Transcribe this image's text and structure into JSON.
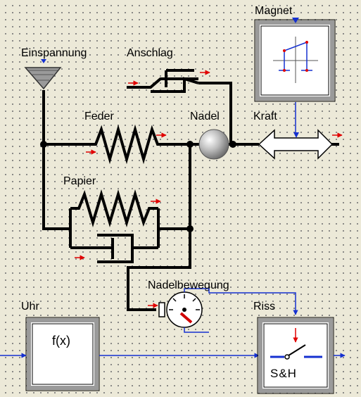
{
  "labels": {
    "magnet": "Magnet",
    "einspannung": "Einspannung",
    "anschlag": "Anschlag",
    "feder": "Feder",
    "nadel": "Nadel",
    "kraft": "Kraft",
    "papier": "Papier",
    "nadelbewegung": "Nadelbewegung",
    "uhr": "Uhr",
    "riss": "Riss"
  },
  "blocks": {
    "uhr_text": "f(x)",
    "riss_text": "S&H"
  },
  "colors": {
    "mechanical_wire": "#000000",
    "signal_line": "#1530d0",
    "port_arrow": "#e00000",
    "background": "#ece9d8"
  }
}
